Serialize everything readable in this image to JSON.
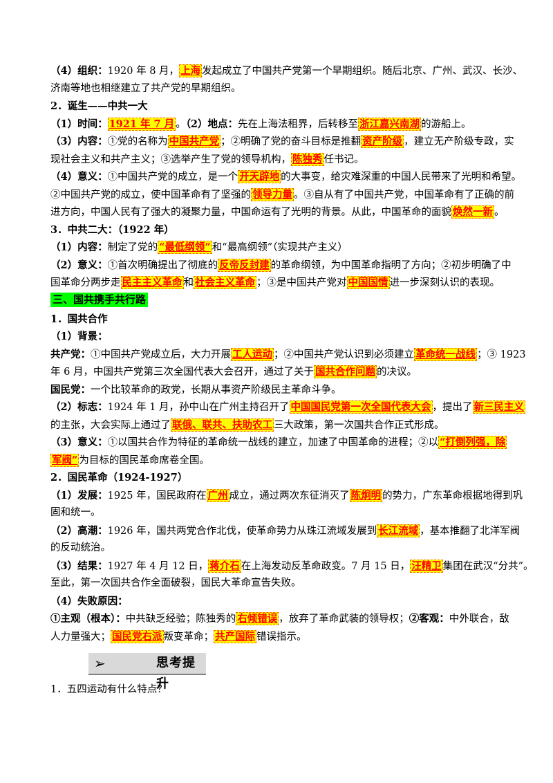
{
  "org": {
    "label": "（4）组织：",
    "t1": "1920 年 8 月，",
    "h1": "上海",
    "t2": "发起成立了中国共产党第一个早期组织。随后北京、广州、武汉、长沙、",
    "t3": "济南等地也相继建立了共产党的早期组织。"
  },
  "birth": {
    "heading": "2．诞生——中共一大",
    "time_label": "（1）时间：",
    "time_hl": "1921 年 7 月",
    "t_dot": "。",
    "place_label": "（2）地点：",
    "place_text": "先在上海法租界，后转移至",
    "place_hl": "浙江嘉兴南湖",
    "place_end": "的游船上。",
    "content_label": "（3）内容：",
    "c1": "①党的名称为",
    "c_hl1": "中国共产党",
    "c2": "；②明确了党的奋斗目标是推翻",
    "c_hl2": "资产阶级",
    "c3": "，建立无产阶级专政，实",
    "c4": "现社会主义和共产主义；③选举产生了党的领导机构，",
    "c_hl3": "陈独秀",
    "c5": "任书记。",
    "sig_label": "（4）意义：",
    "s1": "①中国共产党的成立，是一个",
    "s_hl1": "开天辟地",
    "s2": "的大事变，给灾难深重的中国人民带来了光明和希望。",
    "s3": "②中国共产党的成立，使中国革命有了坚强的",
    "s_hl2": "领导力量",
    "s4": "。③自从有了中国共产党，中国革命有了正确的前",
    "s5": "进方向，中国人民有了强大的凝聚力量，中国命运有了光明的背景。从此，中国革命的面貌",
    "s_hl3": "焕然一新",
    "s6": "。"
  },
  "second": {
    "heading": "3．中共二大：（1922 年）",
    "content_label": "（1）内容：",
    "c1": "制定了党的",
    "c_hl": "“最低纲领”",
    "c2": "和“最高纲领”（实现共产主义）",
    "sig_label": "（2）意义：",
    "s1": "①首次明确提出了彻底的",
    "s_hl1": "反帝反封建",
    "s2": "的革命纲领，为中国革命指明了方向；②初步明确了中",
    "s3": "国革命分两步走",
    "s_hl2": "民主主义革命",
    "s4": "和",
    "s_hl3": "社会主义革命",
    "s5": "；③是中国共产党对",
    "s_hl4": "中国国情",
    "s6": "进一步深刻认识的表现。"
  },
  "section3": {
    "title": "三、国共携手共行路"
  },
  "coop": {
    "heading": "1．国共合作",
    "bg_label": "（1）背景：",
    "cpc_label": "共产党：",
    "p1": "①中国共产党成立后，大力开展",
    "p_hl1": "工人运动",
    "p2": "；②中国共产党认识到必须建立",
    "p_hl2": "革命统一战线",
    "p3": "；③ 1923",
    "p4": "年 6 月，中国共产党第三次全国代表大会召开，通过了关于",
    "p_hl3": "国共合作问题",
    "p5": "的决议。",
    "kmt_label": "国民党：",
    "k1": "一个比较革命的政党，长期从事资产阶级民主革命斗争。",
    "mark_label": "（2）标志：",
    "m1": "1924 年 1 月，孙中山在广州主持召开了",
    "m_hl1": "中国国民党第一次全国代表大会",
    "m2": "，提出了",
    "m_hl2": "新三民主义",
    "m3": "的主张，大会实际上通过了",
    "m_hl3": "联俄、联共、扶助农工",
    "m4": "三大政策，第一次国共合作正式形成。",
    "sig_label": "（3）意义：",
    "g1": "①以国共合作为特征的革命统一战线的建立，加速了中国革命的进程；②以",
    "g_hl1": "“打倒列强，除",
    "g_hl2": "军阀”",
    "g2": "为目标的国民革命席卷全国。"
  },
  "revolution": {
    "heading": "2．国民革命（1924-1927）",
    "dev_label": "（1）发展：",
    "d1": "1925 年，国民政府在",
    "d_hl1": "广州",
    "d2": "成立，通过两次东征消灭了",
    "d_hl2": "陈炯明",
    "d3": "的势力，广东革命根据地得到巩",
    "d4": "固和统一。",
    "peak_label": "（2）高潮：",
    "h1": "1926 年，国共两党合作北伐，使革命势力从珠江流域发展到",
    "h_hl": "长江流域",
    "h2": "，基本推翻了北洋军阀",
    "h3": "的反动统治。",
    "res_label": "（3）结果：",
    "r1": "1927 年 4 月 12 日，",
    "r_hl1": "蒋介石",
    "r2": "在上海发动反革命政变。7 月 15 日，",
    "r_hl2": "汪精卫",
    "r3": "集团在武汉“分共”。",
    "r4": "至此，第一次国共合作全面破裂，国民大革命宣告失败。",
    "fail_label": "（4）失败原因：",
    "subj_label": "①主观（根本）：",
    "f1": "中共缺乏经验；陈独秀的",
    "f_hl1": "右倾错误",
    "f2": "，放弃了革命武装的领导权；",
    "obj_label": "②客观：",
    "f3": "中外联合，敌",
    "f4": "人力量强大；",
    "f_hl2": "国民党右派",
    "f5": "叛变革命；",
    "f_hl3": "共产国际",
    "f6": "错误指示。"
  },
  "think": {
    "arrow": "➢",
    "label": "思考提升",
    "q1": "1．五四运动有什么特点？"
  }
}
